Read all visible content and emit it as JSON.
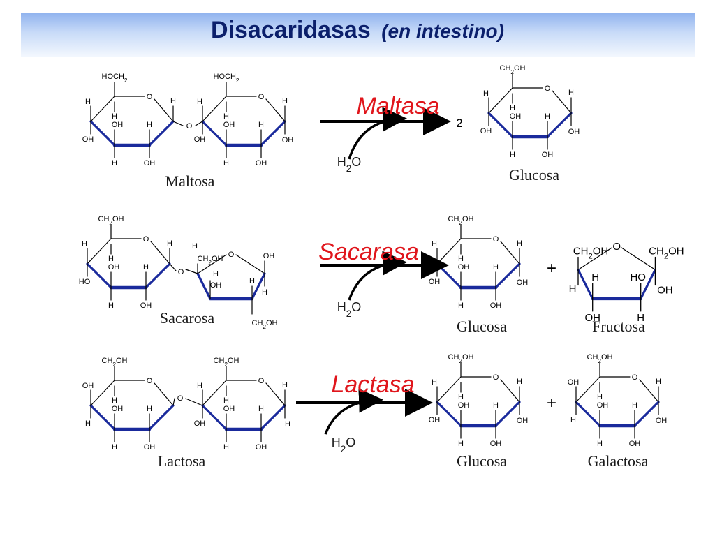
{
  "title": {
    "main": "Disacaridasas",
    "sub": "(en intestino)"
  },
  "colors": {
    "enzyme": "#e0161c",
    "bond": "#1a2a9c",
    "title": "#0b1f6b"
  },
  "reactions": [
    {
      "substrate": "Maltosa",
      "enzyme": "Maltasa",
      "water": "H",
      "water_sub": "2",
      "water_o": "O",
      "coefficient": "2",
      "products": [
        "Glucosa"
      ]
    },
    {
      "substrate": "Sacarosa",
      "enzyme": "Sacarasa",
      "water": "H",
      "water_sub": "2",
      "water_o": "O",
      "plus": "+",
      "products": [
        "Glucosa",
        "Fructosa"
      ]
    },
    {
      "substrate": "Lactosa",
      "enzyme": "Lactasa",
      "water": "H",
      "water_sub": "2",
      "water_o": "O",
      "plus": "+",
      "products": [
        "Glucosa",
        "Galactosa"
      ]
    }
  ],
  "atoms": {
    "H": "H",
    "OH": "OH",
    "HO": "HO",
    "O": "O",
    "CH": "CH",
    "two": "2",
    "HOCH": "HOCH"
  }
}
